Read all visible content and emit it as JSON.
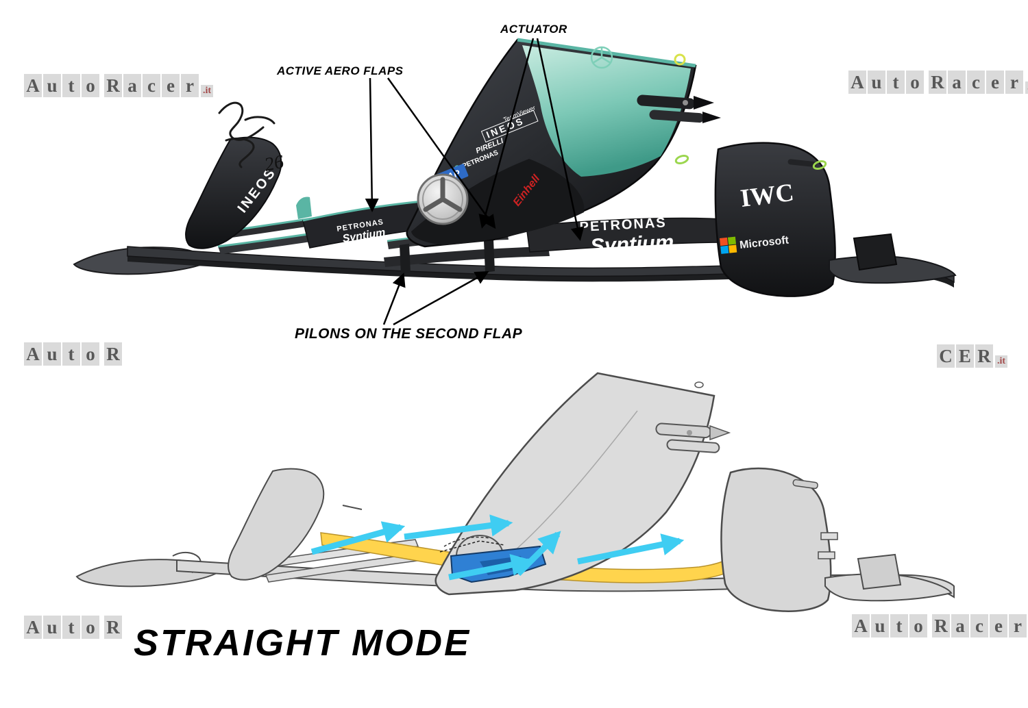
{
  "page": {
    "background": "#ffffff"
  },
  "watermark": {
    "auto": "Auto",
    "racer": "Racer",
    "it": ".it",
    "r": "R",
    "cer": "CER"
  },
  "labels": {
    "actuator": "ACTUATOR",
    "active_aero_flaps": "ACTIVE AERO FLAPS",
    "pilons_second_flap": "PILONS ON THE SECOND FLAP",
    "straight_mode": "STRAIGHT MODE"
  },
  "signature": "26",
  "sponsors": {
    "teamviewer": "TeamViewer",
    "ineos_nose": "INEOS",
    "pirelli": "PIRELLI",
    "petronas_nose": "PETRONAS",
    "sap": "SAP",
    "einhell": "Einhell",
    "petronas_left_flap": "PETRONAS",
    "syntium_left_flap": "Syntium",
    "petronas_right_wing": "PETRONAS",
    "syntium_right_wing": "Syntium",
    "ineos_left_endplate": "INEOS",
    "iwc_right_endplate": "IWC",
    "microsoft_right_endplate": "Microsoft"
  },
  "colors": {
    "teal_accent": "#5ab5a4",
    "yellow_flap": "#ffd44d",
    "cyan_arrow": "#3fcdf2",
    "blue_actuator": "#2f80d4",
    "blue_actuator_dark": "#1c5fa8",
    "arrow_black": "#000000",
    "sap_blue": "#2e6bc6",
    "einhell_red": "#cc2222",
    "ms_red": "#f25022",
    "ms_green": "#7fba00",
    "ms_blue": "#00a4ef",
    "ms_yellow": "#ffb900"
  }
}
